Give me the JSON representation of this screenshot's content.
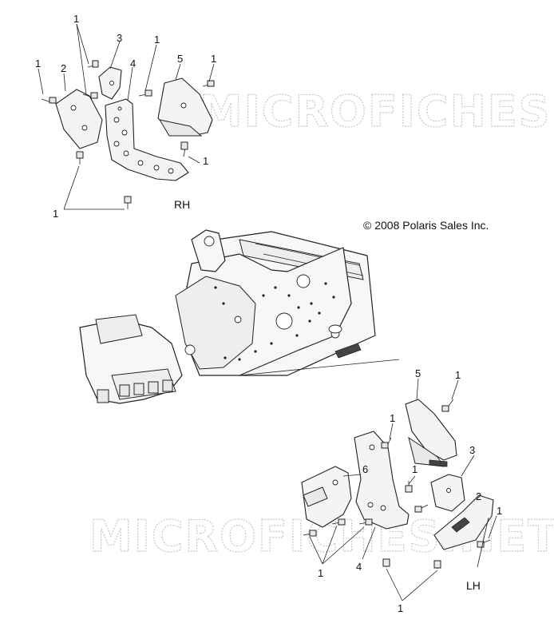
{
  "watermark": "MICROFICHES.NET",
  "copyright": "© 2008 Polaris Sales Inc.",
  "sides": {
    "rh": "RH",
    "lh": "LH"
  },
  "callouts": [
    "1",
    "2",
    "3",
    "4",
    "5",
    "6"
  ]
}
